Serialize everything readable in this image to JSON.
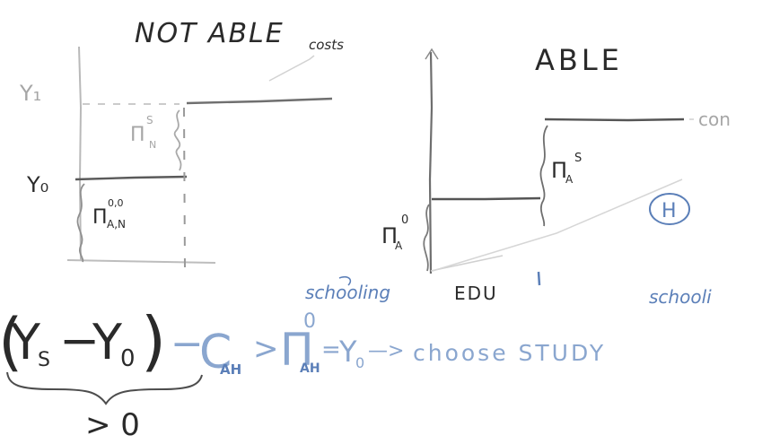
{
  "left_panel": {
    "title": "NOT ABLE",
    "title_suffix": "costs",
    "label_y1": "Y₁",
    "label_y0": "Y₀",
    "label_pi_ns": "Π",
    "label_pi_ns_sup": "S",
    "label_pi_ns_sub": "N",
    "label_pi_an": "Π",
    "label_pi_an_sup": "0,0",
    "label_pi_an_sub": "A,N",
    "axis_label": "schooling"
  },
  "right_panel": {
    "title": "ABLE",
    "curve_label": "con",
    "label_pi_as": "Π",
    "label_pi_as_sup": "S",
    "label_pi_as_sub": "A",
    "label_pi_a0": "Π",
    "label_pi_a0_sup": "0",
    "label_pi_a0_sub": "A",
    "circled_label": "H",
    "axis_label_mid": "EDU",
    "axis_label": "schooli"
  },
  "equation": {
    "open_paren": "(",
    "y_s": "Y",
    "y_s_sub": "S",
    "minus": "−",
    "y_0": "Y",
    "y_0_sub": "0",
    "close_paren": ")",
    "minus2": "−",
    "c": "C",
    "c_sub": "AH",
    "gt": ">",
    "pi": "Π",
    "pi_sup": "0",
    "pi_sub": "AH",
    "eq": "=",
    "rhs_y": "Y",
    "rhs_y_sub": "0",
    "arrow": "—>",
    "conclusion": "choose STUDY",
    "brace_label": "> 0"
  },
  "colors": {
    "dark_ink": "#2a2a2a",
    "gray_ink": "#7a7a7a",
    "light_ink": "#a6a6a6",
    "blue_ink": "#5b7fb8"
  }
}
